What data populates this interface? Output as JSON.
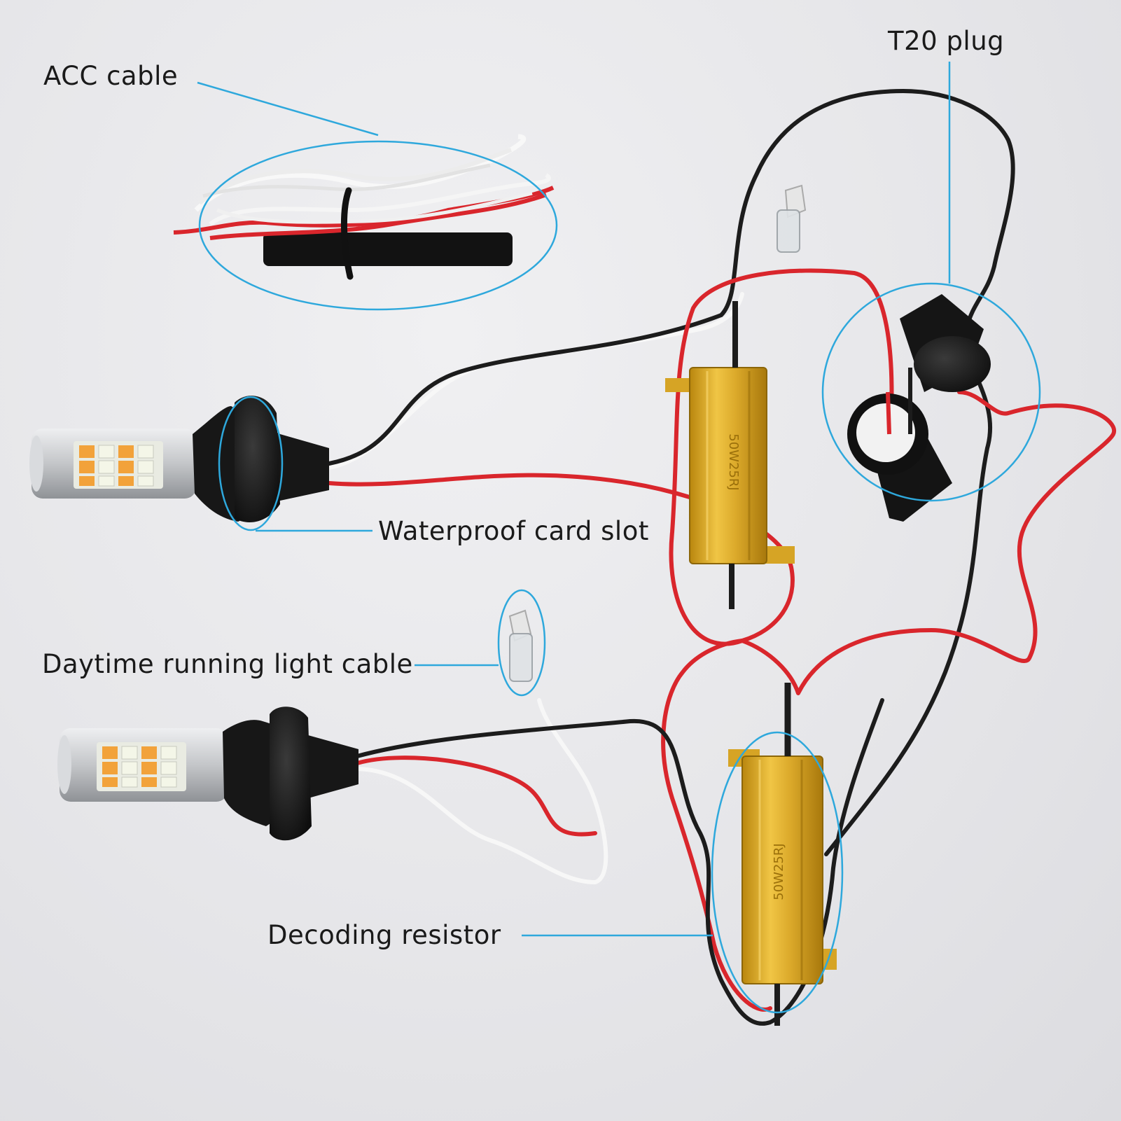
{
  "labels": {
    "acc_cable": "ACC cable",
    "t20_plug": "T20 plug",
    "waterproof_card_slot": "Waterproof card slot",
    "daytime_running_light_cable": "Daytime running light cable",
    "decoding_resistor": "Decoding resistor"
  },
  "resistor_markings": [
    "50W25RJ",
    "50W25RJ"
  ],
  "colors": {
    "background": "#e7e7ea",
    "callout_line": "#2ea8dc",
    "wire_red": "#d9262c",
    "wire_black": "#1c1c1c",
    "wire_white": "#f7f7f7",
    "resistor_gold": "#d9a520",
    "led_amber": "#f2a23a",
    "led_white": "#f4f6e8",
    "bulb_silver": "#c9cbce"
  }
}
